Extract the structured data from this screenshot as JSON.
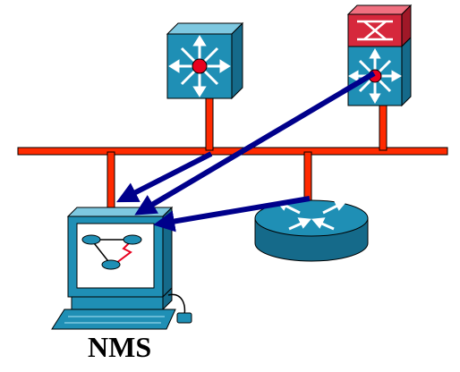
{
  "diagram": {
    "title": "",
    "nodes": [
      {
        "id": "multilayer-switch-left",
        "kind": "layer3-switch",
        "icon": "layer3-switch-icon"
      },
      {
        "id": "multilayer-switch-right",
        "kind": "layer3-switch-with-module",
        "icon": "layer3-switch-module-icon"
      },
      {
        "id": "router",
        "kind": "router",
        "icon": "router-icon"
      },
      {
        "id": "nms-station",
        "kind": "management-station",
        "icon": "workstation-icon",
        "label": "NMS"
      }
    ],
    "links": [
      {
        "from": "multilayer-switch-left",
        "to": "nms-station",
        "style": "arrow"
      },
      {
        "from": "multilayer-switch-right",
        "to": "nms-station",
        "style": "arrow"
      },
      {
        "from": "router",
        "to": "nms-station",
        "style": "arrow"
      }
    ]
  },
  "colors": {
    "lan_bus": "#ff2a00",
    "arrow": "#00008b",
    "device_face": "#1f8fb5",
    "device_top": "#7ec8e0",
    "device_side": "#156a8a",
    "hub_center": "#e8001e",
    "module_face": "#d6283c",
    "module_top": "#f07080"
  }
}
